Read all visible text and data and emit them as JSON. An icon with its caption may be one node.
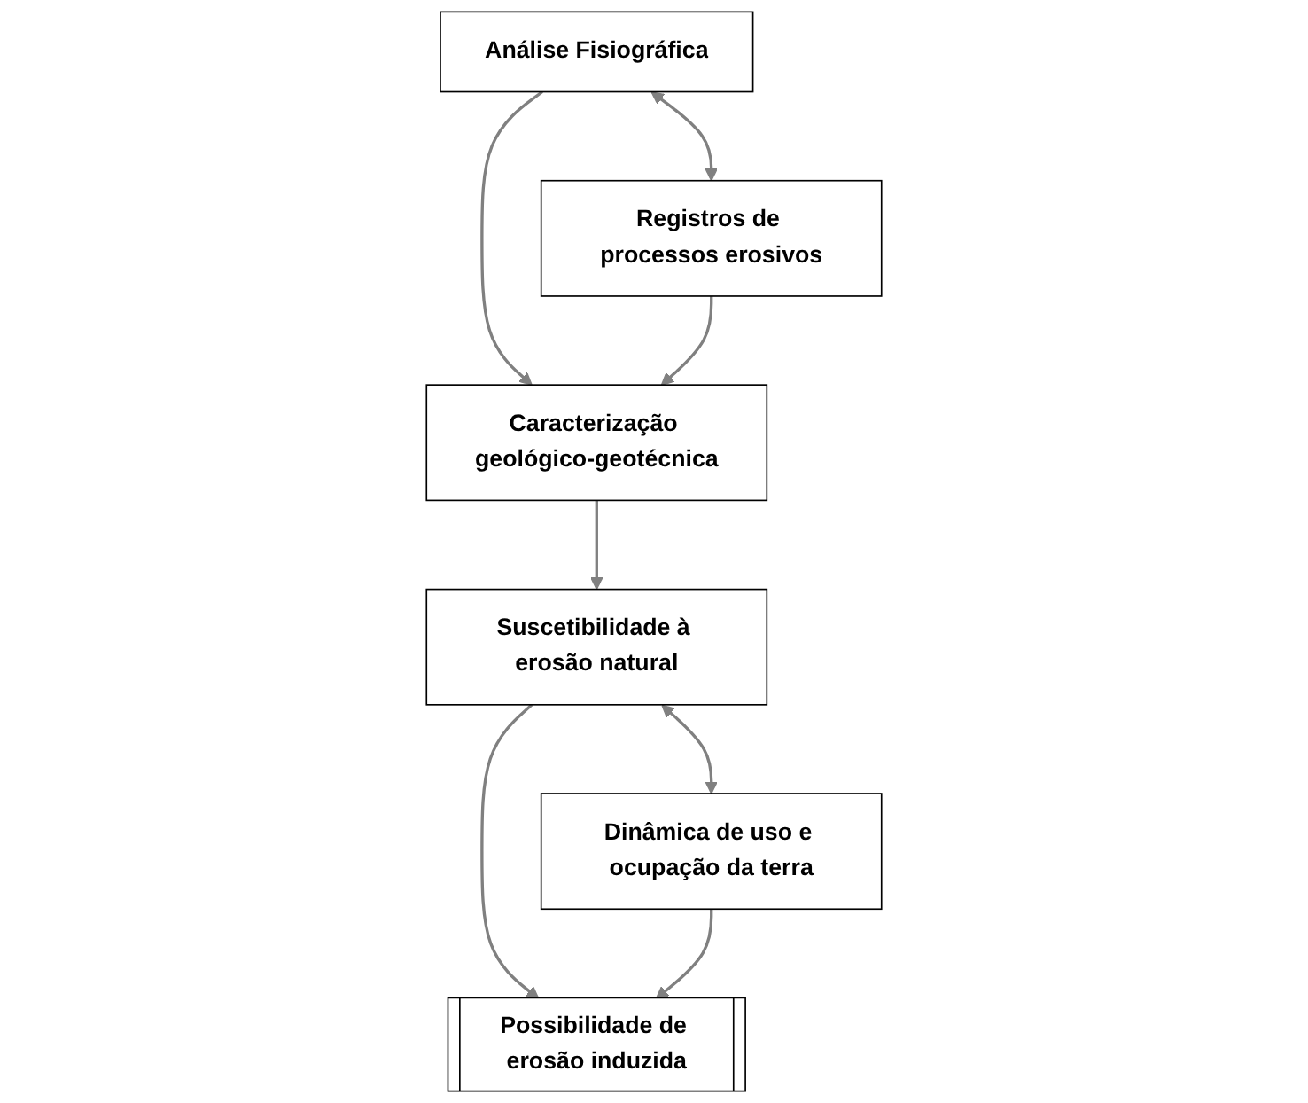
{
  "diagram": {
    "nodes": [
      {
        "text": [
          "Análise Fisiográfica"
        ]
      },
      {
        "text": [
          "Registros de processos erosivos"
        ]
      },
      {
        "text": [
          "Caracterização geológico-geotécnica"
        ]
      },
      {
        "text": [
          "Suscetibilidade à erosão natural"
        ]
      },
      {
        "text": [
          "Dinâmica de uso e ocupação da terra"
        ]
      },
      {
        "text": [
          "Possibilidade de erosão induzida"
        ]
      }
    ],
    "edges": [
      {
        "from": 0,
        "to": 1,
        "arrow": "both"
      },
      {
        "from": 0,
        "to": 2,
        "arrow": "to"
      },
      {
        "from": 1,
        "to": 2,
        "arrow": "to"
      },
      {
        "from": 2,
        "to": 3,
        "arrow": "to"
      },
      {
        "from": 3,
        "to": 4,
        "arrow": "both"
      },
      {
        "from": 3,
        "to": 5,
        "arrow": "to"
      },
      {
        "from": 4,
        "to": 5,
        "arrow": "to"
      }
    ]
  }
}
